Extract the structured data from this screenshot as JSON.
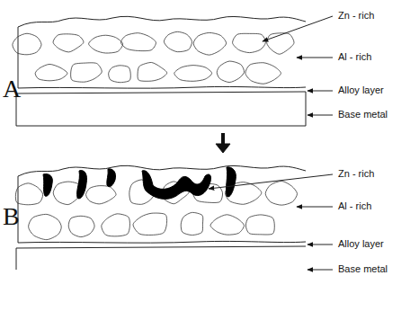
{
  "diagram": {
    "labels": [
      "Zn - rich",
      "Al - rich",
      "A",
      "Alloy layer",
      "Base metal",
      "Zn - rich",
      "Al - rich",
      "B",
      "Alloy layer",
      "Base metal"
    ]
  }
}
